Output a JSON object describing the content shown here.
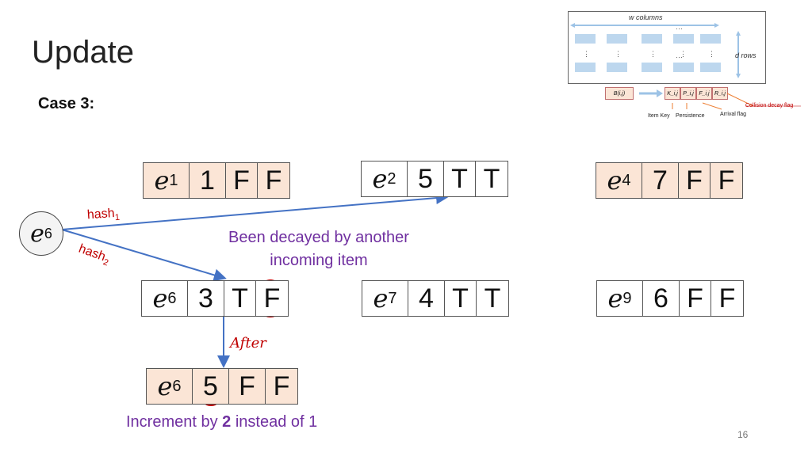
{
  "title": "Update",
  "subtitle": "Case 3:",
  "top_row": [
    {
      "key": "e",
      "sub": "1",
      "count": "1",
      "f1": "F",
      "f2": "F"
    },
    {
      "key": "e",
      "sub": "2",
      "count": "5",
      "f1": "T",
      "f2": "T"
    },
    {
      "key": "e",
      "sub": "4",
      "count": "7",
      "f1": "F",
      "f2": "F"
    }
  ],
  "mid_row": [
    {
      "key": "e",
      "sub": "6",
      "count": "3",
      "f1": "T",
      "f2": "F"
    },
    {
      "key": "e",
      "sub": "7",
      "count": "4",
      "f1": "T",
      "f2": "T"
    },
    {
      "key": "e",
      "sub": "9",
      "count": "6",
      "f1": "F",
      "f2": "F"
    }
  ],
  "after_row": {
    "key": "e",
    "sub": "6",
    "count": "5",
    "f1": "F",
    "f2": "F"
  },
  "incoming": {
    "key": "e",
    "sub": "6"
  },
  "hash1": {
    "text": "hash",
    "sub": "1"
  },
  "hash2": {
    "text": "hash",
    "sub": "2"
  },
  "decayed_note": [
    "Been decayed by another",
    "incoming item"
  ],
  "after_label": "After",
  "increment_note": {
    "before": "Increment by ",
    "bold": "2",
    "after": " instead of 1"
  },
  "page_number": "16",
  "thumbnail": {
    "w_columns": "w columns",
    "d_rows": "d rows",
    "bucket": "B(i,j)",
    "fields": [
      "K_i,j",
      "P_i,j",
      "F_i,j",
      "R_i,j"
    ],
    "collision_decay_flag": "Collision decay flag",
    "item_key": "Item Key",
    "persistence": "Persistence",
    "arrival_flag": "Arrival flag"
  },
  "colors": {
    "red": "#c00000",
    "purple": "#7030a0",
    "arrow_blue": "#4472c4",
    "bucket_fill": "#fbe5d6"
  }
}
